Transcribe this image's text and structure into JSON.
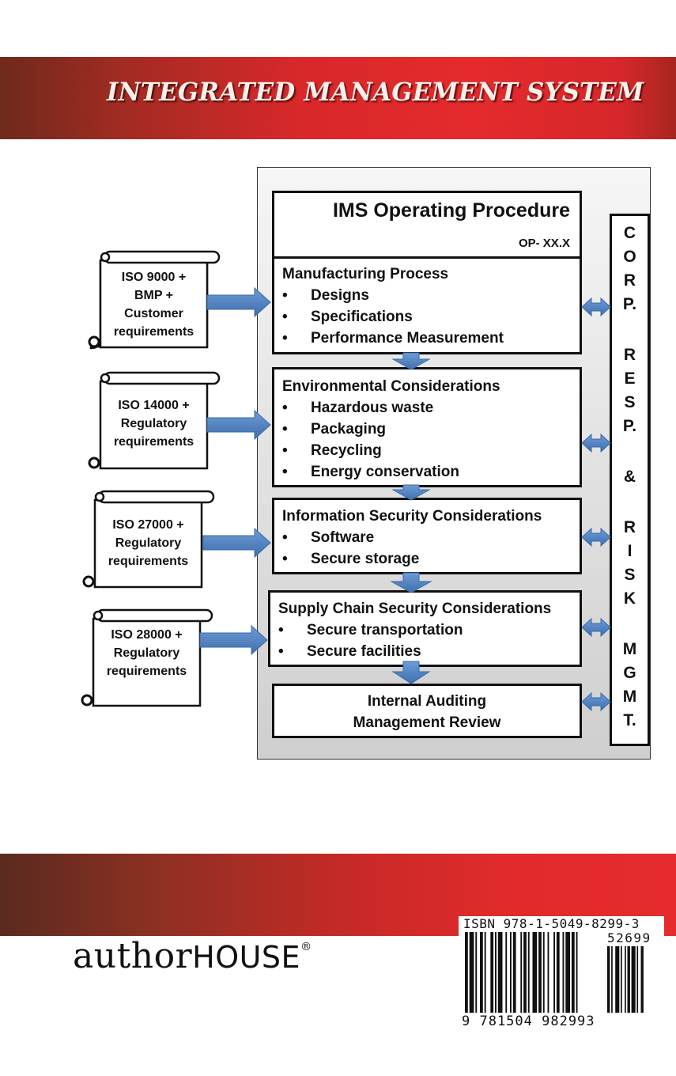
{
  "cover": {
    "title": "INTEGRATED MANAGEMENT SYSTEM",
    "colors": {
      "band_red": "#e42a2c",
      "band_dark": "#6e2a1c",
      "arrow_blue": "#4f7fbf",
      "arrow_edge": "#3b6aa5"
    }
  },
  "diagram": {
    "procedure": {
      "title": "IMS Operating Procedure",
      "code": "OP- XX.X"
    },
    "sections": [
      {
        "heading": "Manufacturing Process",
        "items": [
          "Designs",
          "Specifications",
          "Performance Measurement"
        ]
      },
      {
        "heading": "Environmental Considerations",
        "items": [
          "Hazardous waste",
          "Packaging",
          "Recycling",
          "Energy conservation"
        ]
      },
      {
        "heading": "Information Security Considerations",
        "items": [
          "Software",
          "Secure storage"
        ]
      },
      {
        "heading": "Supply Chain Security Considerations",
        "items": [
          "Secure transportation",
          "Secure facilities"
        ]
      }
    ],
    "bullet": "•",
    "final_box": {
      "line1": "Internal Auditing",
      "line2": "Management Review"
    },
    "side_label": [
      "C",
      "O",
      "R",
      "P.",
      "R",
      "E",
      "S",
      "P.",
      "&",
      "R",
      "I",
      "S",
      "K",
      "M",
      "G",
      "M",
      "T."
    ],
    "inputs": [
      {
        "lines": [
          "ISO 9000 +",
          "BMP +",
          "Customer",
          "requirements"
        ]
      },
      {
        "lines": [
          "ISO 14000 +",
          "Regulatory",
          "requirements"
        ]
      },
      {
        "lines": [
          "ISO 27000 +",
          "Regulatory",
          "requirements"
        ]
      },
      {
        "lines": [
          "ISO 28000 +",
          "Regulatory",
          "requirements"
        ]
      }
    ]
  },
  "publisher": {
    "name_lower": "author",
    "name_upper": "HOUSE",
    "reg_mark": "®"
  },
  "barcode": {
    "isbn": "ISBN 978-1-5049-8299-3",
    "price_code": "52699",
    "ean": "9 781504 982993"
  }
}
